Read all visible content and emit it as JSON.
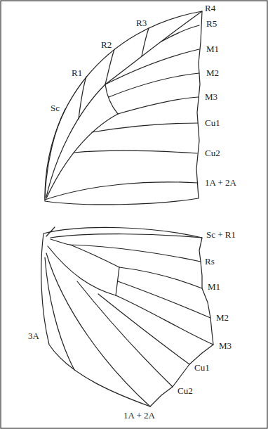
{
  "diagram": {
    "labels": [
      "Sc",
      "R1",
      "R2",
      "R3",
      "R4",
      "R5",
      "M1",
      "M2",
      "M3",
      "Cu1",
      "Cu2",
      "1A + 2A",
      "Sc + R1",
      "Rs",
      "M1",
      "M2",
      "M3",
      "Cu1",
      "Cu2",
      "1A + 2A",
      "3A"
    ]
  }
}
